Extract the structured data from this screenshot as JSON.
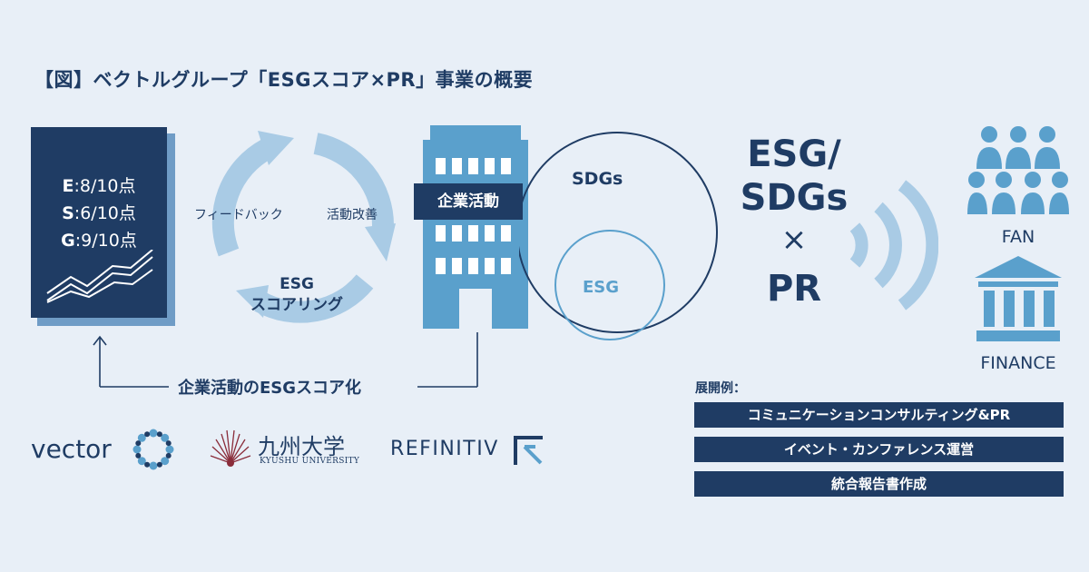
{
  "title": "【図】ベクトルグループ「ESGスコア×PR」事業の概要",
  "scorecard": {
    "lines": [
      {
        "letter": "E",
        "score": ":8/10点"
      },
      {
        "letter": "S",
        "score": ":6/10点"
      },
      {
        "letter": "G",
        "score": ":9/10点"
      }
    ]
  },
  "cycle": {
    "feedback": "フィードバック",
    "improve": "活動改善",
    "scoring_line1": "ESG",
    "scoring_line2": "スコアリング"
  },
  "building": {
    "label": "企業活動"
  },
  "circles": {
    "outer": "SDGs",
    "inner": "ESG"
  },
  "center": {
    "line1": "ESG/",
    "line2": "SDGs",
    "times": "×",
    "line3": "PR"
  },
  "audience": {
    "fan": "FAN",
    "finance": "FINANCE"
  },
  "flow": {
    "label": "企業活動のESGスコア化"
  },
  "examples": {
    "title": "展開例：",
    "items": [
      "コミュニケーションコンサルティング&PR",
      "イベント・カンファレンス運営",
      "統合報告書作成"
    ]
  },
  "logos": {
    "vector": "vector",
    "kyushu_jp": "九州大学",
    "kyushu_en": "KYUSHU UNIVERSITY",
    "refinitiv": "REFINITIV"
  },
  "colors": {
    "navy": "#1f3c64",
    "blue": "#5aa0cc",
    "light_blue": "#a9cbe5",
    "background": "#e8eff7"
  }
}
